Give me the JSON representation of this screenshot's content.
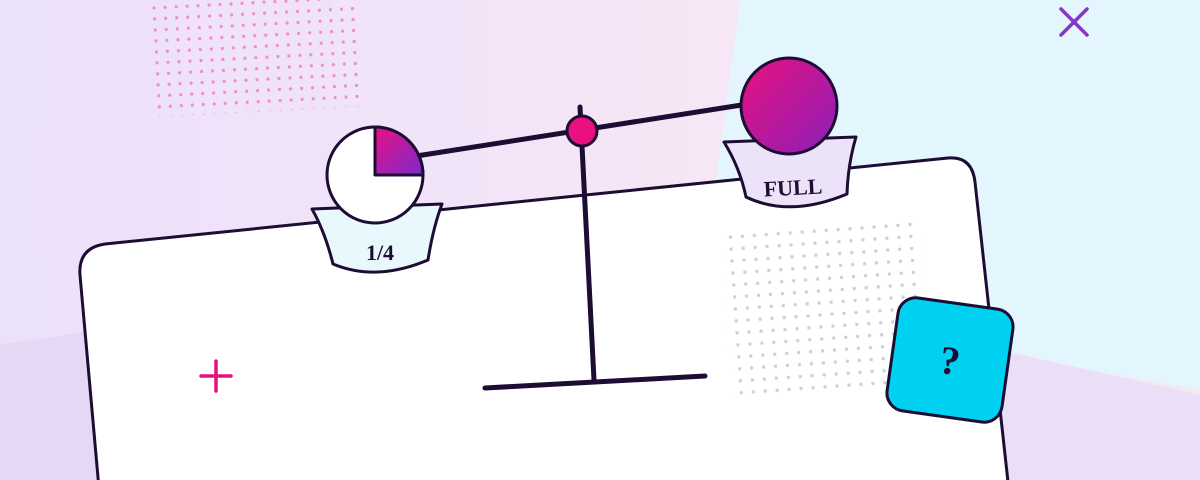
{
  "scale": {
    "left_pan": {
      "label": "1/4",
      "fill_fraction": 0.25
    },
    "right_pan": {
      "label": "FULL",
      "fill_fraction": 1.0
    }
  },
  "question_card": {
    "label": "?"
  },
  "icons": [
    "close-icon",
    "plus-icon",
    "question-icon"
  ],
  "colors": {
    "magenta": "#e8117f",
    "purple": "#8c1fb8",
    "cyan": "#00d1f0",
    "ink": "#1d0c33",
    "close_icon": "#8a35c9",
    "plus_icon": "#e8117f"
  }
}
